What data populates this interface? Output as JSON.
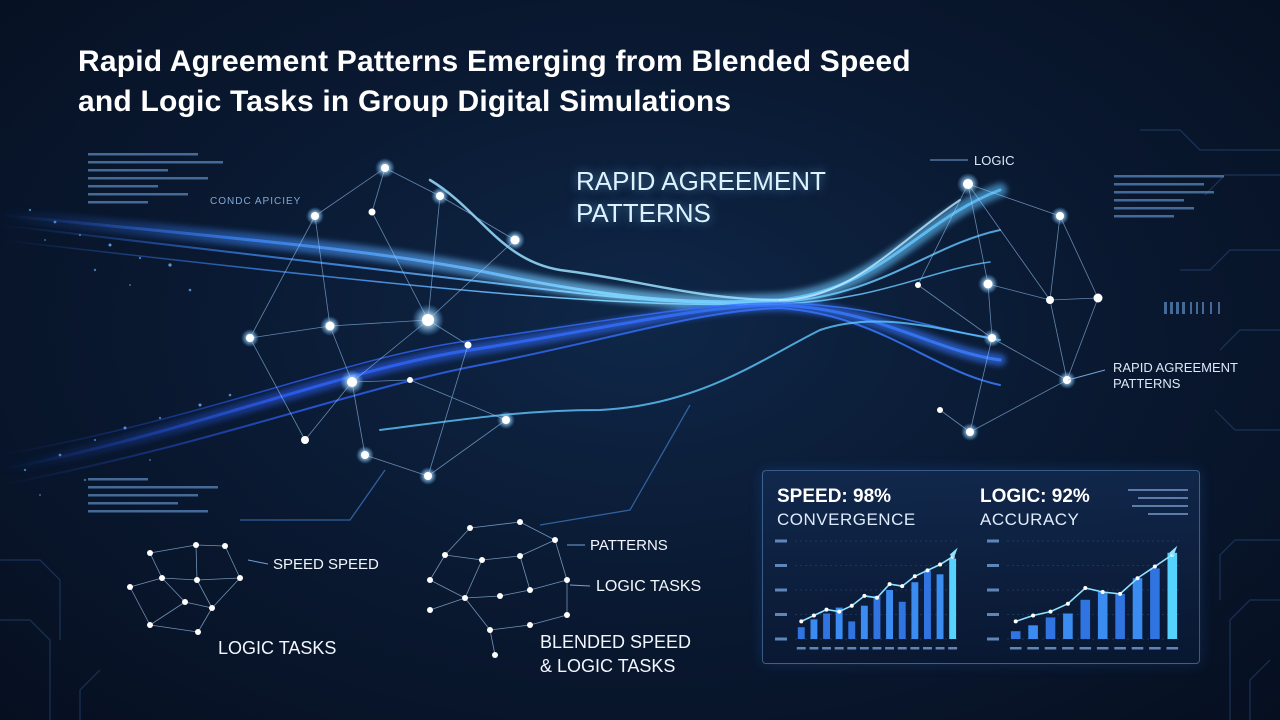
{
  "title": {
    "line1": "Rapid Agreement Patterns Emerging from Blended Speed",
    "line2": "and Logic Tasks in Group Digital Simulations"
  },
  "labels": {
    "center_line1": "RAPID AGREEMENT",
    "center_line2": "PATTERNS",
    "left_small": "CONDC APICIEY",
    "logic_top": "LOGIC",
    "right_line1": "RAPID AGREEMENT",
    "right_line2": "PATTERNS",
    "speed_speed": "SPEED SPEED",
    "logic_tasks_left": "LOGIC TASKS",
    "patterns": "PATTERNS",
    "logic_tasks_mid": "LOGIC TASKS",
    "blended_line1": "BLENDED SPEED",
    "blended_line2": "& LOGIC TASKS"
  },
  "panel": {
    "speed_value": "SPEED: 98%",
    "speed_sub": "CONVERGENCE",
    "logic_value": "LOGIC: 92%",
    "logic_sub": "ACCURACY"
  },
  "colors": {
    "accent_bright": "#7fd4ff",
    "accent_blue": "#2f7bff",
    "accent_cyan": "#4fd0ff",
    "node": "#ffffff"
  },
  "chart_data": [
    {
      "type": "bar",
      "title": "SPEED: 98% CONVERGENCE",
      "values": [
        12,
        20,
        26,
        32,
        18,
        34,
        44,
        50,
        38,
        58,
        70,
        66,
        82
      ],
      "line": [
        18,
        24,
        30,
        28,
        34,
        44,
        42,
        56,
        54,
        64,
        70,
        76,
        84
      ],
      "ylim": [
        0,
        100
      ]
    },
    {
      "type": "bar",
      "title": "LOGIC: 92% ACCURACY",
      "values": [
        8,
        14,
        22,
        26,
        40,
        48,
        46,
        62,
        72,
        88
      ],
      "line": [
        18,
        24,
        28,
        36,
        52,
        48,
        46,
        62,
        74,
        86
      ],
      "ylim": [
        0,
        100
      ]
    }
  ]
}
